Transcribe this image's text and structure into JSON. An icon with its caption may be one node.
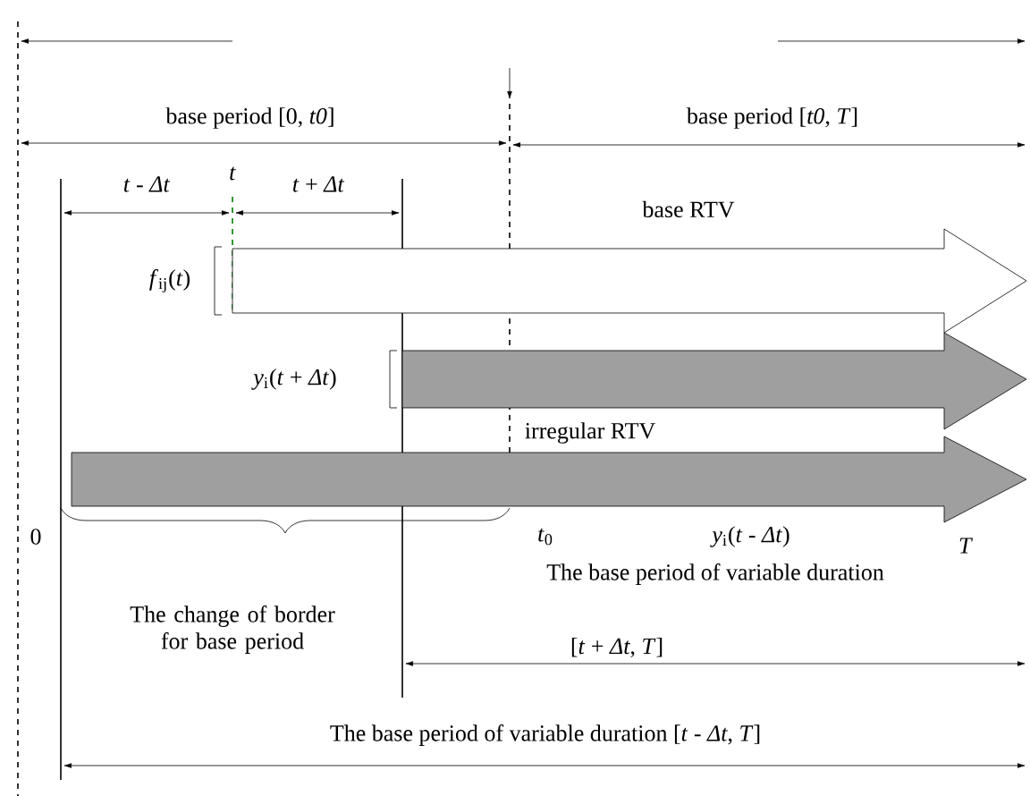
{
  "diagram": {
    "labels": [
      "base period [0, *t0*]",
      "base period [*t0*, *T*]",
      "*t* - *Δt*",
      "*t*",
      "*t* + *Δt*",
      "base RTV",
      "*f*$_{ij}$(*t*)",
      "*y*$_{i}$(*t* + *Δt*)",
      "irregular RTV",
      "0",
      "*t*$_{0}$",
      "*y*$_{i}$(*t* - *Δt*)",
      "*T*",
      "The change of border for base period",
      "The base period of variable duration",
      "[*t* + *Δt*, *T*]",
      "The base period of variable duration [*t* - *Δt*, *T*]"
    ]
  }
}
